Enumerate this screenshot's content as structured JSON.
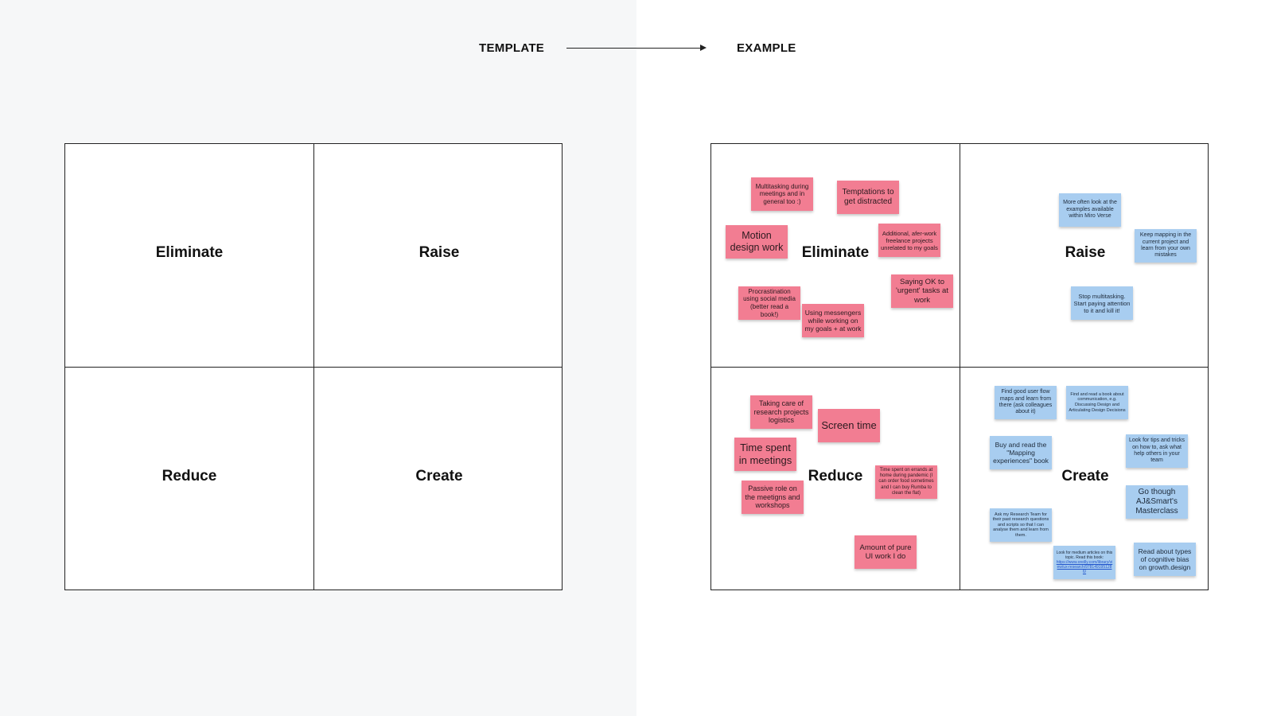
{
  "headings": {
    "template": "TEMPLATE",
    "example": "EXAMPLE"
  },
  "template_grid": {
    "eliminate": "Eliminate",
    "raise": "Raise",
    "reduce": "Reduce",
    "create": "Create"
  },
  "example_grid": {
    "eliminate": "Eliminate",
    "raise": "Raise",
    "reduce": "Reduce",
    "create": "Create",
    "notes": {
      "eliminate": [
        "Multitasking during meetings and in general too :)",
        "Temptations to get distracted",
        "Motion design work",
        "Additional, afer-work freelance projects unrelated to my goals",
        "Saying OK to 'urgent' tasks at work",
        "Procrastination using social media (better read a book!)",
        "Using messengers while working on my goals + at work"
      ],
      "raise": [
        "More often look at the examples available within Miro Verse",
        "Keep mapping in the current project and learn from your own mistakes",
        "Stop multitasking. Start paying attention to it and kill it!"
      ],
      "reduce": [
        "Taking care of research projects logistics",
        "Screen time",
        "Time spent in meetings",
        "Passive role on the meetigns and workshops",
        "Time spent on errands at home during pandemic (I can order food sometimes and I can buy Rumba to clean the flat)",
        "Amount of pure UI work I do"
      ],
      "create": [
        "Find good user flow maps and learn from there (ask colleagues about it)",
        "Find and read a book about communication, e.g. Discussing Design and Articulating Design Decisions",
        "Buy and read the \"Mapping experiences\" book",
        "Look for tips and tricks on how to, ask what help others in your team",
        "Go though AJ&Smart's Masterclass",
        "Ask my Research Team for their past research questions and scripts so that I can analyse them and learn from them.",
        "Look for medium articles on this topic. Read this book:",
        "https://www.oreilly.com/library/view/ux-research/9781491951286/",
        "Read about types of cognitive bias on growth.design"
      ]
    }
  },
  "colors": {
    "pink_note": "#f27d92",
    "blue_note": "#a8cdf0",
    "left_bg": "#f6f7f8"
  }
}
